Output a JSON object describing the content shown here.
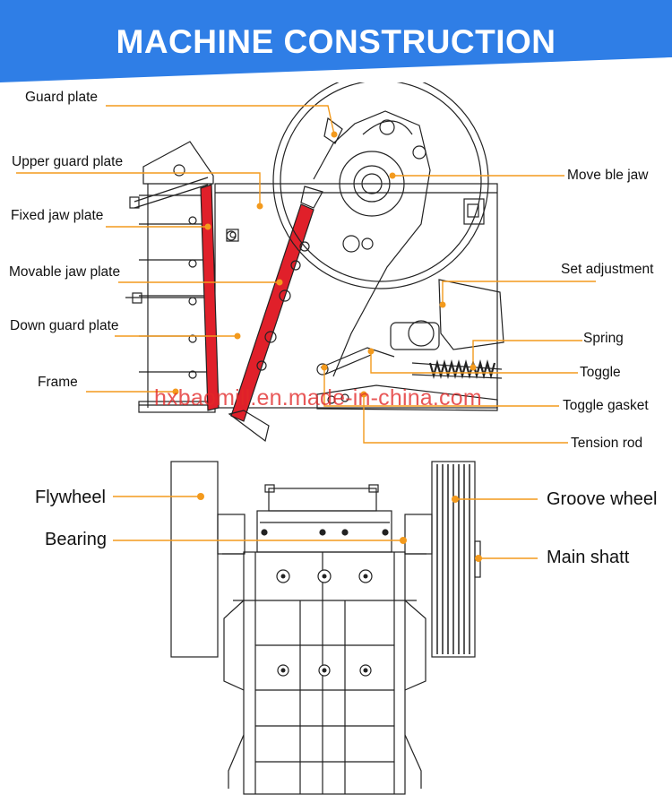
{
  "title": "MACHINE CONSTRUCTION",
  "watermark": "hxbaomill.en.made-in-china.com",
  "colors": {
    "banner": "#2f7ee6",
    "leader": "#f39a1d",
    "jaw": "#e0202a",
    "line": "#222222"
  },
  "labels": {
    "guard_plate": "Guard plate",
    "upper_guard_plate": "Upper guard plate",
    "fixed_jaw_plate": "Fixed jaw plate",
    "movable_jaw_plate": "Movable jaw plate",
    "down_guard_plate": "Down guard plate",
    "frame": "Frame",
    "movable_jaw": "Move ble jaw",
    "set_adjustment": "Set adjustment",
    "spring": "Spring",
    "toggle": "Toggle",
    "toggle_gasket": "Toggle gasket",
    "tension_rod": "Tension rod",
    "flywheel": "Flywheel",
    "bearing": "Bearing",
    "groove_wheel": "Groove wheel",
    "main_shaft": "Main shatt"
  }
}
